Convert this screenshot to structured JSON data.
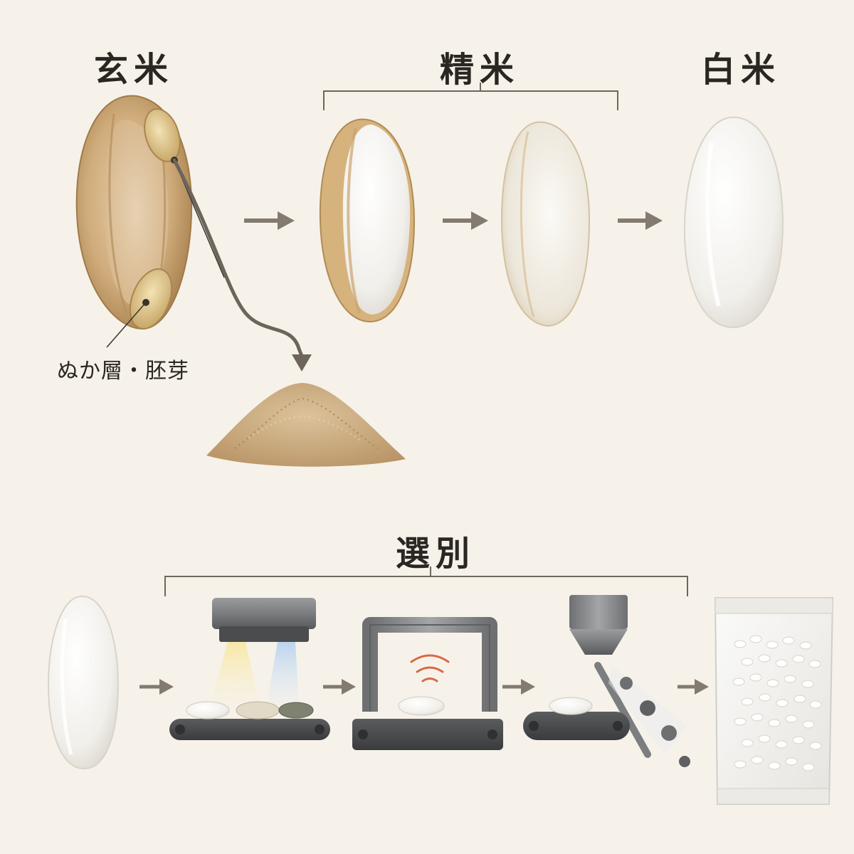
{
  "top": {
    "brown_rice_label": "玄米",
    "polishing_label": "精米",
    "white_rice_label": "白米",
    "bran_germ_label": "ぬか層・胚芽"
  },
  "bottom": {
    "sorting_label": "選別"
  },
  "colors": {
    "background": "#f6f2ea",
    "arrow": "#837a70",
    "bracket": "#6f665c",
    "bran": "#c9a877",
    "machine": "#6a6c6e",
    "light_warm": "#f7e7a8",
    "light_cool": "#bcd4ef",
    "signal": "#d76a45"
  }
}
